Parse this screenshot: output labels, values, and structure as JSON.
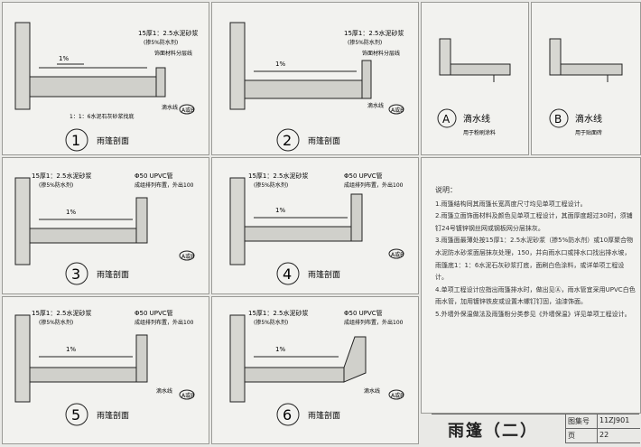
{
  "details": [
    {
      "num": "1",
      "title": "雨篷剖面"
    },
    {
      "num": "2",
      "title": "雨篷剖面"
    },
    {
      "num": "3",
      "title": "雨篷剖面"
    },
    {
      "num": "4",
      "title": "雨篷剖面"
    },
    {
      "num": "5",
      "title": "雨篷剖面"
    },
    {
      "num": "6",
      "title": "雨篷剖面"
    }
  ],
  "drips": [
    {
      "letter": "A",
      "title": "滴水线",
      "sub": "用于粉刷涂料"
    },
    {
      "letter": "B",
      "title": "滴水线",
      "sub": "用于贴面砖"
    }
  ],
  "annotations": {
    "mortar": "15厚1：2.5水泥砂浆",
    "waterproof": "(掺5%防水剂)",
    "slope": "1%",
    "pipe": "Φ50 UPVC管",
    "pipe_sub": "成组排列布置，外出100",
    "drip": "滴水线",
    "ref": "A或B",
    "finish": "饰面材料分层线",
    "plaster": "1：1：6水泥石灰砂浆找底"
  },
  "notes": {
    "heading": "说明：",
    "items": [
      "1.雨篷结构同其雨篷长宽高度尺寸均见单项工程设计。",
      "2.雨篷立面饰面材料及颜色见单项工程设计，其面厚度超过30时，须铺钉24号镀锌钢丝网或钢板网分层抹灰。",
      "3.雨篷面最薄处按15厚1：2.5水泥砂浆（掺5%防水剂）或10厚聚合物水泥防水砂浆面层抹灰处理，150，并向雨水口或排水口找出排水坡，雨篷底1：1：6水泥石灰砂浆打底，面刷白色涂料，或详单项工程设计。",
      "4.单项工程设计应指出雨篷排水时，做出见Ⓐ，雨水管宜采用UPVC白色雨水管，加用镀锌铁皮或设置木螺钉钉固，油漆饰面。",
      "5.外墙外保温做法及雨篷粉分类参见《外墙保温》详见单项工程设计。"
    ]
  },
  "title_block": {
    "title": "雨篷（二）",
    "atlas_label": "图集号",
    "atlas_value": "11ZJ901",
    "page_label": "页",
    "page_value": "22"
  },
  "colors": {
    "line": "#222222",
    "hatch": "#555555",
    "paper": "#f2f2ef",
    "bg": "#e9e9e6"
  }
}
